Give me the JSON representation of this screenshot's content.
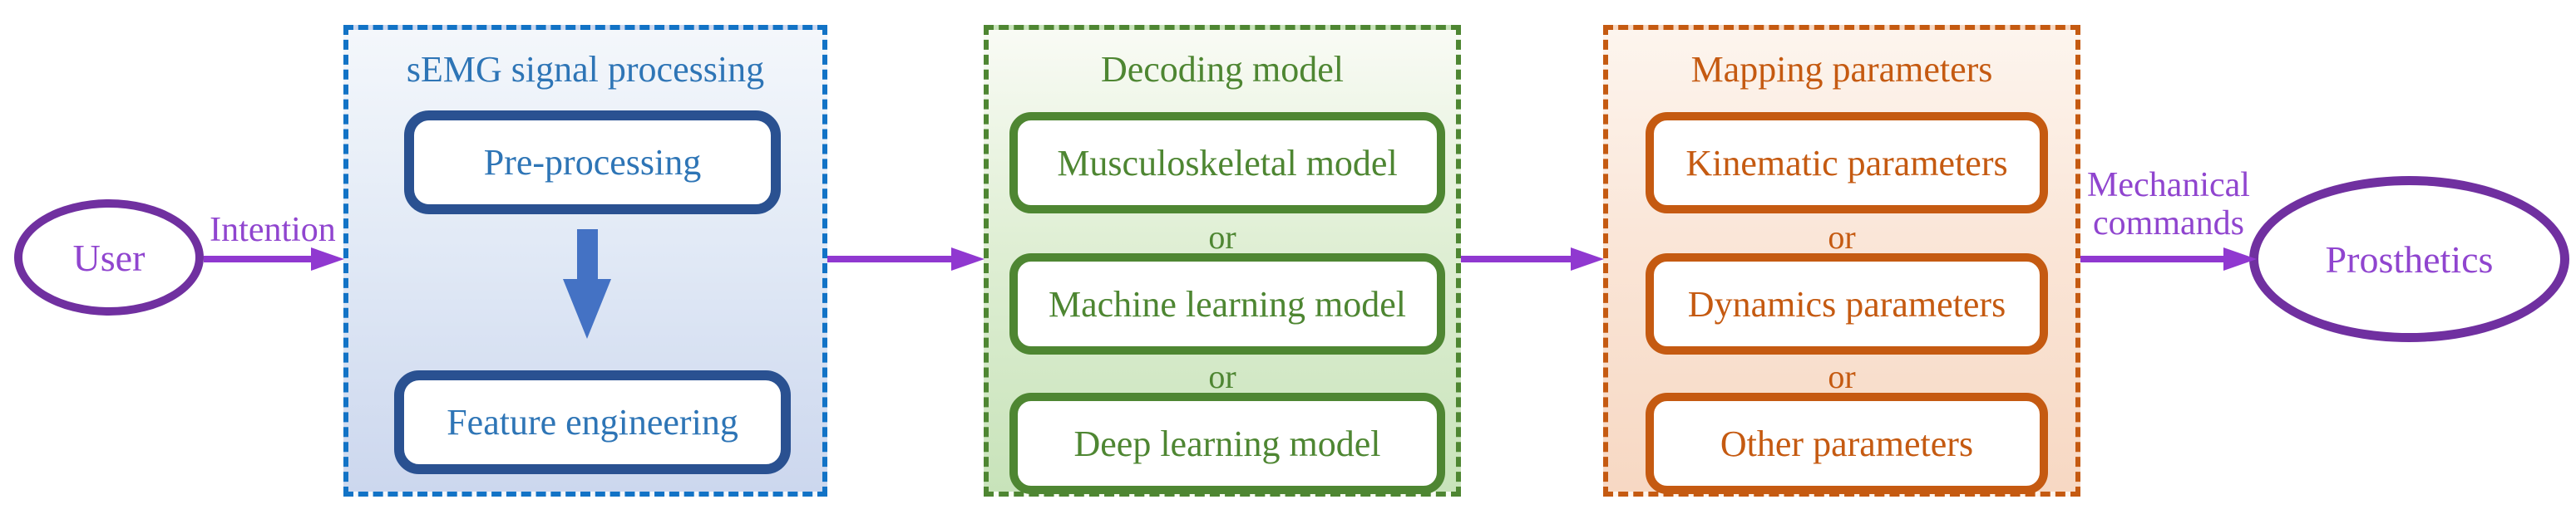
{
  "diagram": {
    "nodes": {
      "user": "User",
      "prosthetics": "Prosthetics"
    },
    "edges": {
      "intention": "Intention",
      "mechanical_line1": "Mechanical",
      "mechanical_line2": "commands"
    },
    "groups": [
      {
        "title": "sEMG signal processing",
        "items": [
          "Pre-processing",
          "Feature engineering"
        ]
      },
      {
        "title": "Decoding model",
        "separator": "or",
        "items": [
          "Musculoskeletal model",
          "Machine learning model",
          "Deep learning model"
        ]
      },
      {
        "title": "Mapping parameters",
        "separator": "or",
        "items": [
          "Kinematic parameters",
          "Dynamics parameters",
          "Other parameters"
        ]
      }
    ],
    "colors": {
      "purple_dark": "#7030A0",
      "purple_text": "#9045CF",
      "purple_arrow": "#9038D0",
      "blue_dotted": "#1273C6",
      "blue_text": "#2E75B6",
      "blue_inner_border": "#2A5191",
      "blue_block_arrow": "#4472C4",
      "green": "#4E8632",
      "orange": "#C55A11"
    }
  }
}
